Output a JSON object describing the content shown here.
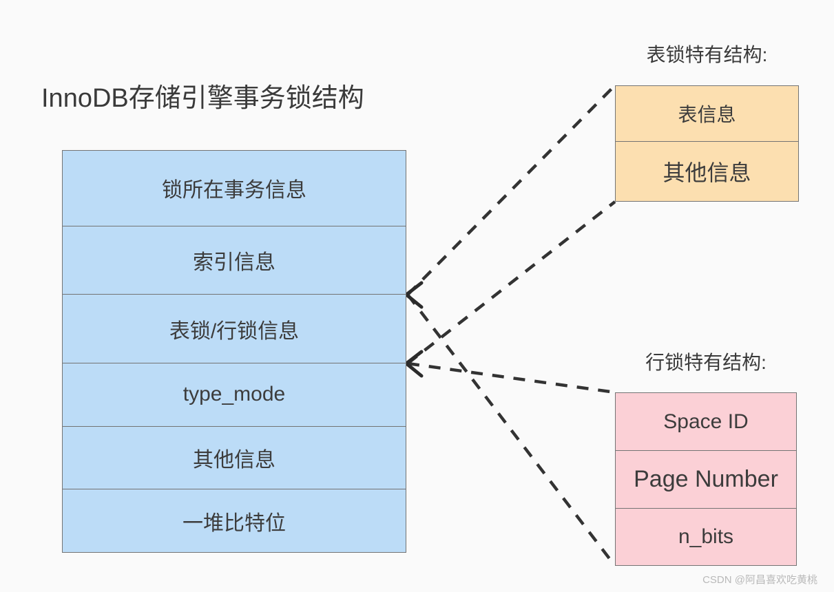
{
  "diagram": {
    "title": "InnoDB存储引擎事务锁结构",
    "background_color": "#fafafa",
    "border_color": "#737373"
  },
  "lock_structure": {
    "name": "lock-structure",
    "fill_color": "#bcdcf7",
    "rows": [
      {
        "label": "锁所在事务信息"
      },
      {
        "label": "索引信息"
      },
      {
        "label": "表锁/行锁信息"
      },
      {
        "label": "type_mode"
      },
      {
        "label": "其他信息"
      },
      {
        "label": "一堆比特位"
      }
    ]
  },
  "table_lock_structure": {
    "caption": "表锁特有结构:",
    "fill_color": "#fcdfb0",
    "rows": [
      {
        "label": "表信息"
      },
      {
        "label": "其他信息"
      }
    ]
  },
  "row_lock_structure": {
    "caption": "行锁特有结构:",
    "fill_color": "#fbd0d6",
    "rows": [
      {
        "label": "Space ID"
      },
      {
        "label": "Page Number"
      },
      {
        "label": "n_bits"
      }
    ]
  },
  "connectors": {
    "style": "dashed",
    "color": "#333333",
    "links": [
      {
        "from": "表锁/行锁信息",
        "to": "表锁特有结构:"
      },
      {
        "from": "表锁/行锁信息",
        "to": "行锁特有结构:"
      }
    ]
  },
  "watermark": {
    "text": "CSDN @阿昌喜欢吃黄桃"
  }
}
